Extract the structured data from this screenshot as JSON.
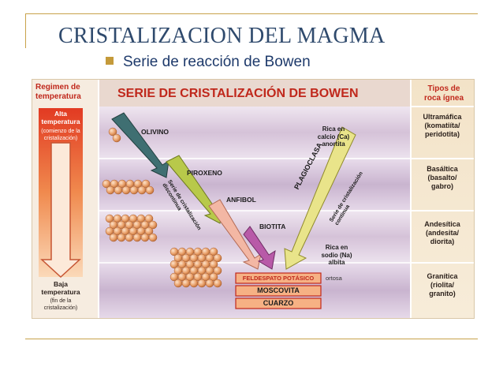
{
  "slide": {
    "title": "CRISTALIZACION DEL MAGMA",
    "bullet": "Serie  de reacción de Bowen"
  },
  "figure": {
    "header": "SERIE DE CRISTALIZACIÓN DE BOWEN",
    "left_header": [
      "Regimen de",
      "temperatura"
    ],
    "right_header": [
      "Tipos de",
      "roca ígnea"
    ],
    "high_temp": [
      "Alta",
      "temperatura"
    ],
    "high_temp_note": [
      "(comienzo de la",
      "cristalización)"
    ],
    "low_temp": [
      "Baja",
      "temperatura"
    ],
    "low_temp_note": [
      "(fin de la",
      "cristalización)"
    ],
    "minerals": {
      "olivino": "OLIVINO",
      "piroxeno": "PIROXENO",
      "anfibol": "ANFIBOL",
      "biotita": "BIOTITA",
      "plagioclasa": "PLAGIOCLASA",
      "rica_calcio": [
        "Rica en",
        "calcio (Ca)",
        "anortita"
      ],
      "rica_sodio": [
        "Rica en",
        "sodio (Na)",
        "albita"
      ],
      "ortosa": "ortosa"
    },
    "series_discontinuous": [
      "Serie de cristalización",
      "discontinua"
    ],
    "series_continuous": [
      "Serie de cristalización",
      "continua"
    ],
    "bottom_boxes": [
      "FELDESPATO POTÁSICO",
      "MOSCOVITA",
      "CUARZO"
    ],
    "rock_types": [
      [
        "Ultramáfica",
        "(komatiíta/",
        "peridotita)"
      ],
      [
        "Basáltica",
        "(basalto/",
        "gabro)"
      ],
      [
        "Andesítica",
        "(andesita/",
        "diorita)"
      ],
      [
        "Granítica",
        "(riolita/",
        "granito)"
      ]
    ],
    "colors": {
      "title": "#2f4a6d",
      "bullet_square": "#c49a3a",
      "header_red": "#c0281c",
      "temp_bar": "#e8643a",
      "arrow_teal": "#3f6f72",
      "arrow_green": "#b8c94a",
      "arrow_pink": "#f3b7a4",
      "arrow_purple": "#b85aa8",
      "arrow_yellow": "#e9e48a",
      "box_orange": "#f6b184",
      "crystal": "#e9a06a"
    }
  }
}
